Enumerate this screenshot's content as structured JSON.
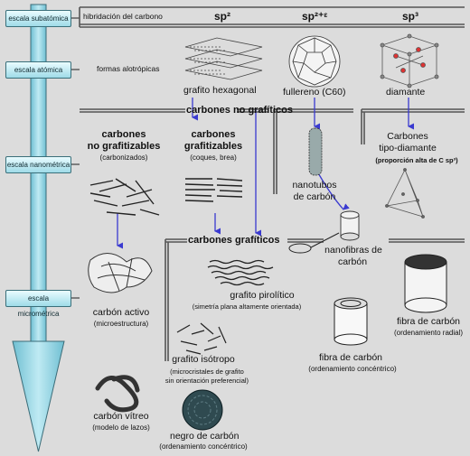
{
  "scales": {
    "subatomic": "escala subatómica",
    "atomic": "escala atómica",
    "nanometric": "escala nanométrica",
    "micrometric": "escala micrométrica"
  },
  "header": {
    "hybridization": "hibridación del carbono",
    "sp2": "sp²",
    "sp2e": "sp²⁺ᵋ",
    "sp3": "sp³"
  },
  "allotropes": {
    "label": "formas alotrópicas",
    "graphite": "grafito hexagonal",
    "fullerene": "fullereno (C60)",
    "diamond": "diamante"
  },
  "sections": {
    "non_graphitic": "carbones no grafíticos",
    "graphitic": "carbones grafíticos"
  },
  "non_graphitizable": {
    "title1": "carbones",
    "title2": "no grafitizables",
    "sub": "(carbonizados)"
  },
  "graphitizable": {
    "title1": "carbones",
    "title2": "grafitizables",
    "sub": "(coques, brea)"
  },
  "nanotubes": {
    "line1": "nanotubos",
    "line2": "de carbón"
  },
  "diamond_like": {
    "line1": "Carbones",
    "line2": "tipo-diamante",
    "sub": "(proporción alta de C sp³)"
  },
  "nanofibers": {
    "line1": "nanofibras de",
    "line2": "carbón"
  },
  "activated_carbon": {
    "title": "carbón activo",
    "sub": "(microestructura)"
  },
  "pyrolytic": {
    "title": "grafito pirolítico",
    "sub": "(simetría plana altamente orientada)"
  },
  "radial_fiber": {
    "title": "fibra de carbón",
    "sub": "(ordenamiento radial)"
  },
  "concentric_fiber": {
    "title": "fibra de carbón",
    "sub": "(ordenamiento concéntrico)"
  },
  "isotropic": {
    "title": "grafito isótropo",
    "sub1": "(microcristales de grafito",
    "sub2": "sin orientación preferencial)"
  },
  "vitreous": {
    "title": "carbón vítreo",
    "sub": "(modelo de lazos)"
  },
  "carbon_black": {
    "title": "negro de carbón",
    "sub": "(ordenamiento concéntrico)"
  },
  "colors": {
    "arrow_fill": "#8ed0e0",
    "line": "#555555",
    "accent": "#2a3aa0"
  }
}
